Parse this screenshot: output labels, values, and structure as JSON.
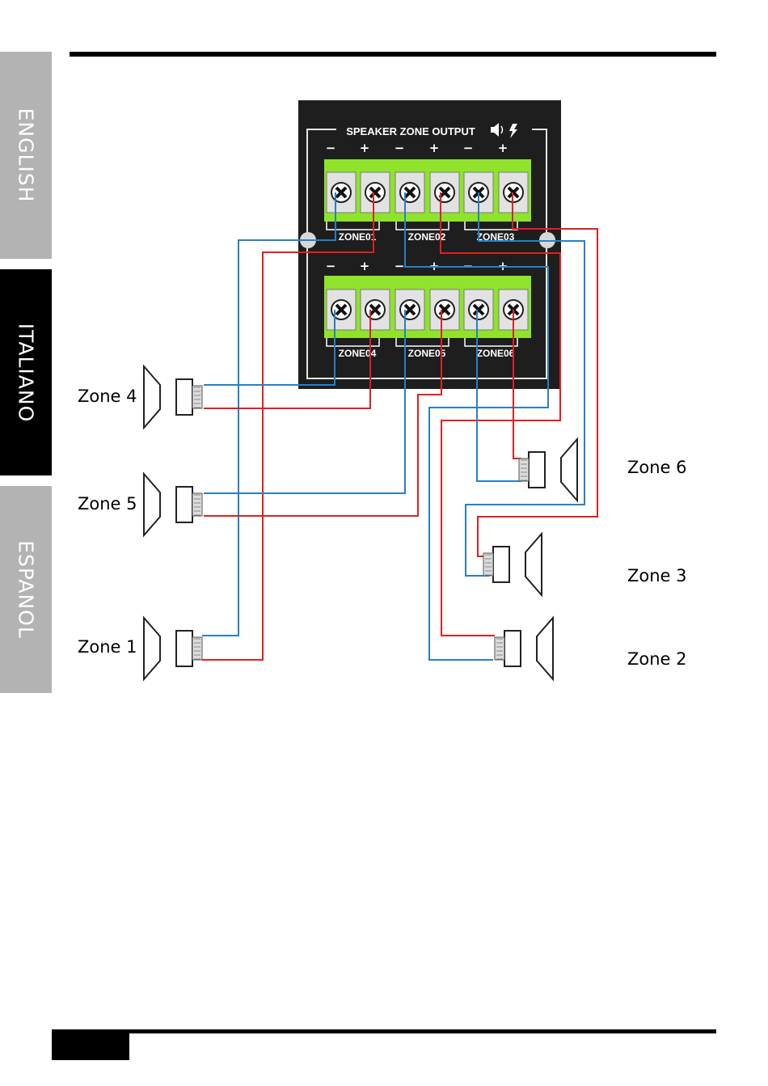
{
  "side_tabs": [
    "ENGLISH",
    "ITALIANO",
    "ESPANOL"
  ],
  "active_tab": "ITALIANO",
  "panel": {
    "title": "SPEAKER ZONE OUTPUT",
    "polarity_top": [
      "−",
      "+",
      "−",
      "+",
      "−",
      "+"
    ],
    "polarity_bottom": [
      "−",
      "+",
      "−",
      "+",
      "−",
      "+"
    ],
    "top_zones": [
      "ZONE01",
      "ZONE02",
      "ZONE03"
    ],
    "bottom_zones": [
      "ZONE04",
      "ZONE05",
      "ZONE06"
    ]
  },
  "speakers": {
    "zone4": "Zone 4",
    "zone5": "Zone 5",
    "zone1": "Zone 1",
    "zone6": "Zone 6",
    "zone3": "Zone 3",
    "zone2": "Zone 2"
  },
  "colors": {
    "panel": "#1e1e1e",
    "terminal_block": "#8fe32a",
    "wire_positive": "#e02020",
    "wire_negative": "#2a7fc4",
    "tab_inactive": "#b3b3b3",
    "tab_active": "#000000"
  },
  "icons": [
    "speaker-symbol-icon",
    "lightning-icon",
    "screw-terminal-icon",
    "loudspeaker-icon"
  ]
}
